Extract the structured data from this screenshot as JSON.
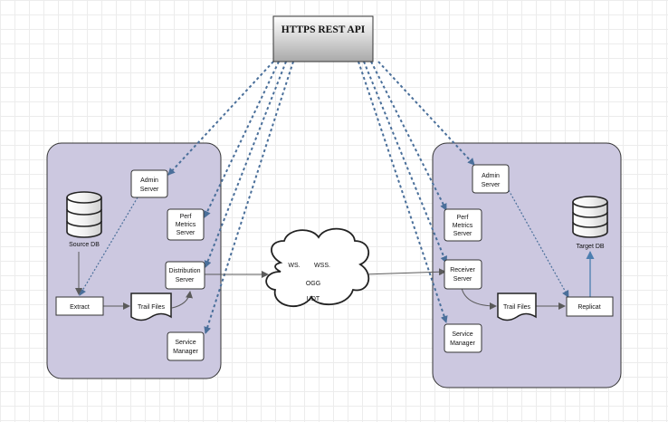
{
  "api": {
    "label": "HTTPS REST API"
  },
  "source": {
    "admin": [
      "Admin",
      "Server"
    ],
    "perf": [
      "Perf",
      "Metrics",
      "Server"
    ],
    "distribution": [
      "Distribution",
      "Server"
    ],
    "service": [
      "Service",
      "Manager"
    ],
    "db_label": "Source DB",
    "extract": "Extract",
    "trail": "Trail Files"
  },
  "target": {
    "admin": [
      "Admin",
      "Server"
    ],
    "perf": [
      "Perf",
      "Metrics",
      "Server"
    ],
    "receiver": [
      "Receiver",
      "Server"
    ],
    "service": [
      "Service",
      "Manager"
    ],
    "db_label": "Target DB",
    "replicat": "Replicat",
    "trail": "Trail Files"
  },
  "network": {
    "labels": [
      "WS.",
      "WSS.",
      "OGG",
      "UDT"
    ]
  },
  "colors": {
    "deployment_fill": "#ccc8e0",
    "deployment_stroke": "#333333",
    "dashed_arrow": "#4a6f9a",
    "solid_arrow": "#5a5a5a",
    "blue_arrow": "#4c7eb0"
  }
}
